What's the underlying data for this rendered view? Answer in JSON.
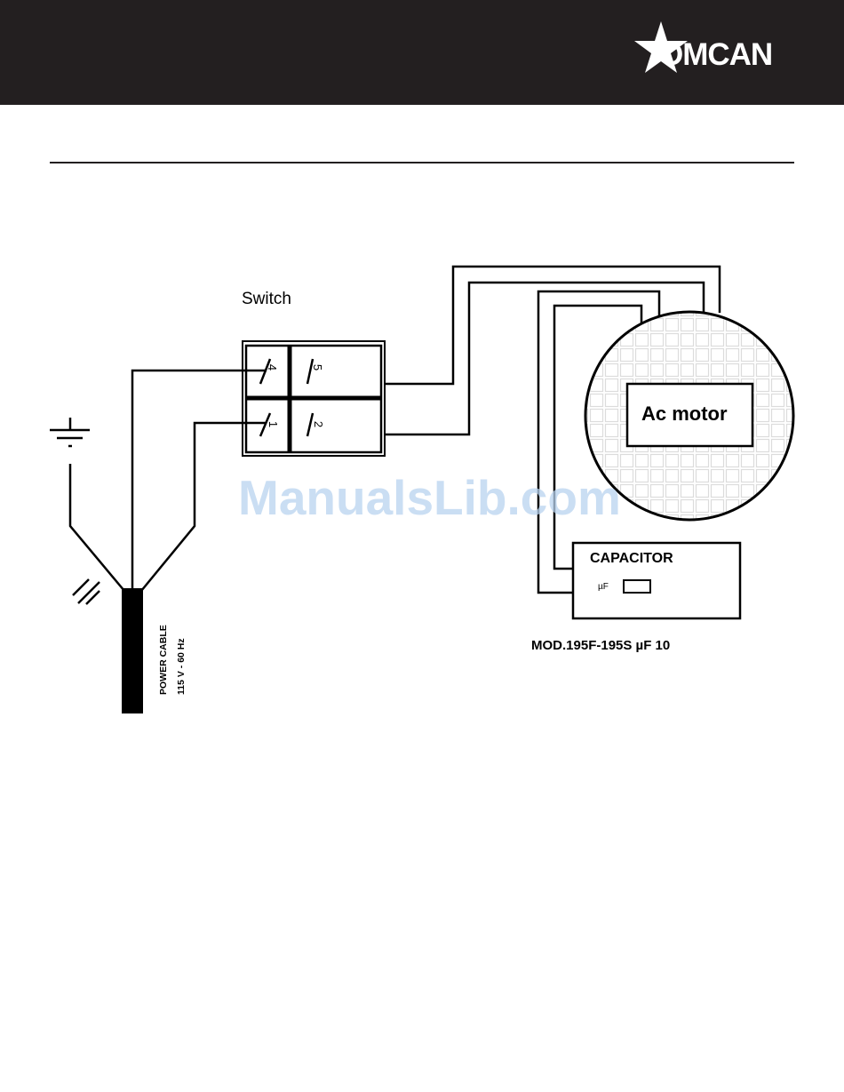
{
  "header": {
    "brand": "OMCAN",
    "background": "#231f20",
    "logo_icon": "star-icon"
  },
  "diagram": {
    "switch_title": "Switch",
    "terminals": [
      "4",
      "5",
      "1",
      "2"
    ],
    "motor_label": "Ac motor",
    "capacitor_label": "CAPACITOR",
    "capacitor_unit": "µF",
    "model_label": "MOD.195F-195S µF 10",
    "power_cable_line1": "POWER CABLE",
    "power_cable_line2": "115 V - 60 Hz",
    "ground_icon": "ground-icon"
  },
  "watermark": {
    "text": "ManualsLib.com",
    "color": "#b9d3ef"
  }
}
